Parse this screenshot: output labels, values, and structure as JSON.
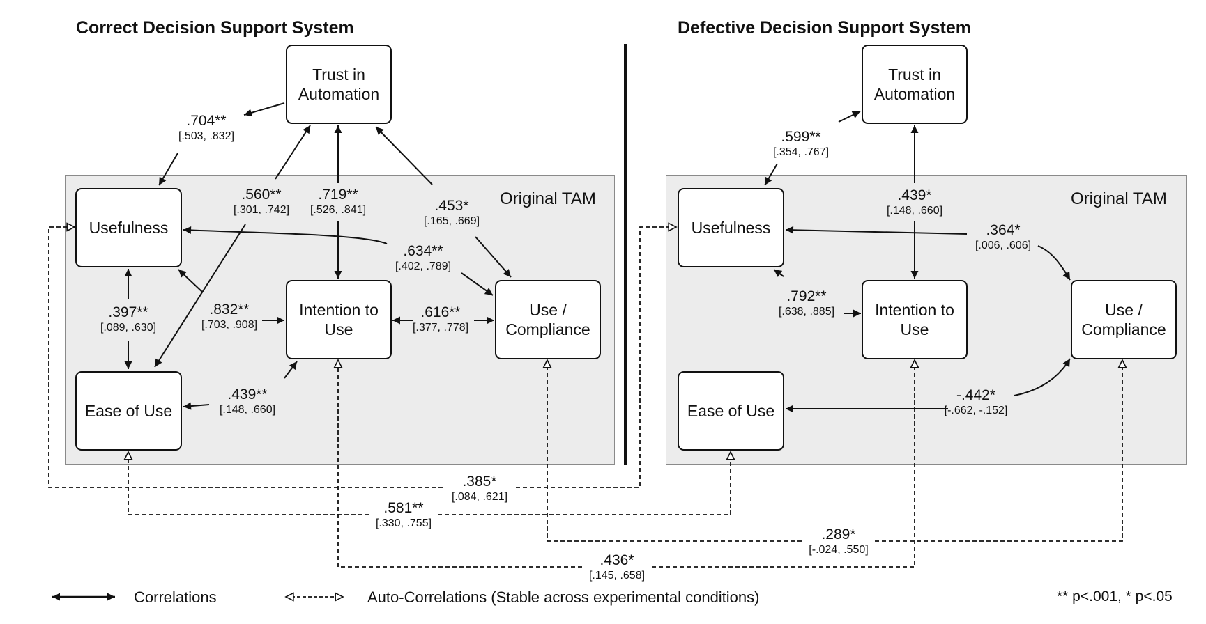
{
  "titles": {
    "correct": "Correct Decision Support System",
    "defective": "Defective Decision Support System"
  },
  "panel_label": "Original TAM",
  "nodes": {
    "trust": "Trust in Automation",
    "usefulness": "Usefulness",
    "ease": "Ease of Use",
    "intention": "Intention to Use",
    "use": "Use / Compliance"
  },
  "correct_paths": [
    {
      "id": "trust_usefulness",
      "coef": ".704**",
      "ci": "[.503, .832]"
    },
    {
      "id": "trust_ease",
      "coef": ".560**",
      "ci": "[.301, .742]"
    },
    {
      "id": "trust_intention",
      "coef": ".719**",
      "ci": "[.526, .841]"
    },
    {
      "id": "trust_use",
      "coef": ".453*",
      "ci": "[.165, .669]"
    },
    {
      "id": "usefulness_use",
      "coef": ".634**",
      "ci": "[.402, .789]"
    },
    {
      "id": "usefulness_ease",
      "coef": ".397**",
      "ci": "[.089, .630]"
    },
    {
      "id": "usefulness_intention",
      "coef": ".832**",
      "ci": "[.703, .908]"
    },
    {
      "id": "intention_use",
      "coef": ".616**",
      "ci": "[.377, .778]"
    },
    {
      "id": "ease_intention",
      "coef": ".439**",
      "ci": "[.148, .660]"
    }
  ],
  "defective_paths": [
    {
      "id": "trust_usefulness",
      "coef": ".599**",
      "ci": "[.354, .767]"
    },
    {
      "id": "trust_intention",
      "coef": ".439*",
      "ci": "[.148, .660]"
    },
    {
      "id": "usefulness_use",
      "coef": ".364*",
      "ci": "[.006, .606]"
    },
    {
      "id": "usefulness_intention",
      "coef": ".792**",
      "ci": "[.638, .885]"
    },
    {
      "id": "ease_use",
      "coef": "-.442*",
      "ci": "[-.662, -.152]"
    }
  ],
  "auto_correlations": [
    {
      "id": "usefulness",
      "coef": ".385*",
      "ci": "[.084, .621]"
    },
    {
      "id": "ease",
      "coef": ".581**",
      "ci": "[.330, .755]"
    },
    {
      "id": "use",
      "coef": ".289*",
      "ci": "[-.024, .550]"
    },
    {
      "id": "intention",
      "coef": ".436*",
      "ci": "[.145, .658]"
    }
  ],
  "legend": {
    "correlations": "Correlations",
    "auto_correlations": "Auto-Correlations (Stable across experimental conditions)",
    "significance": "** p<.001, * p<.05"
  }
}
